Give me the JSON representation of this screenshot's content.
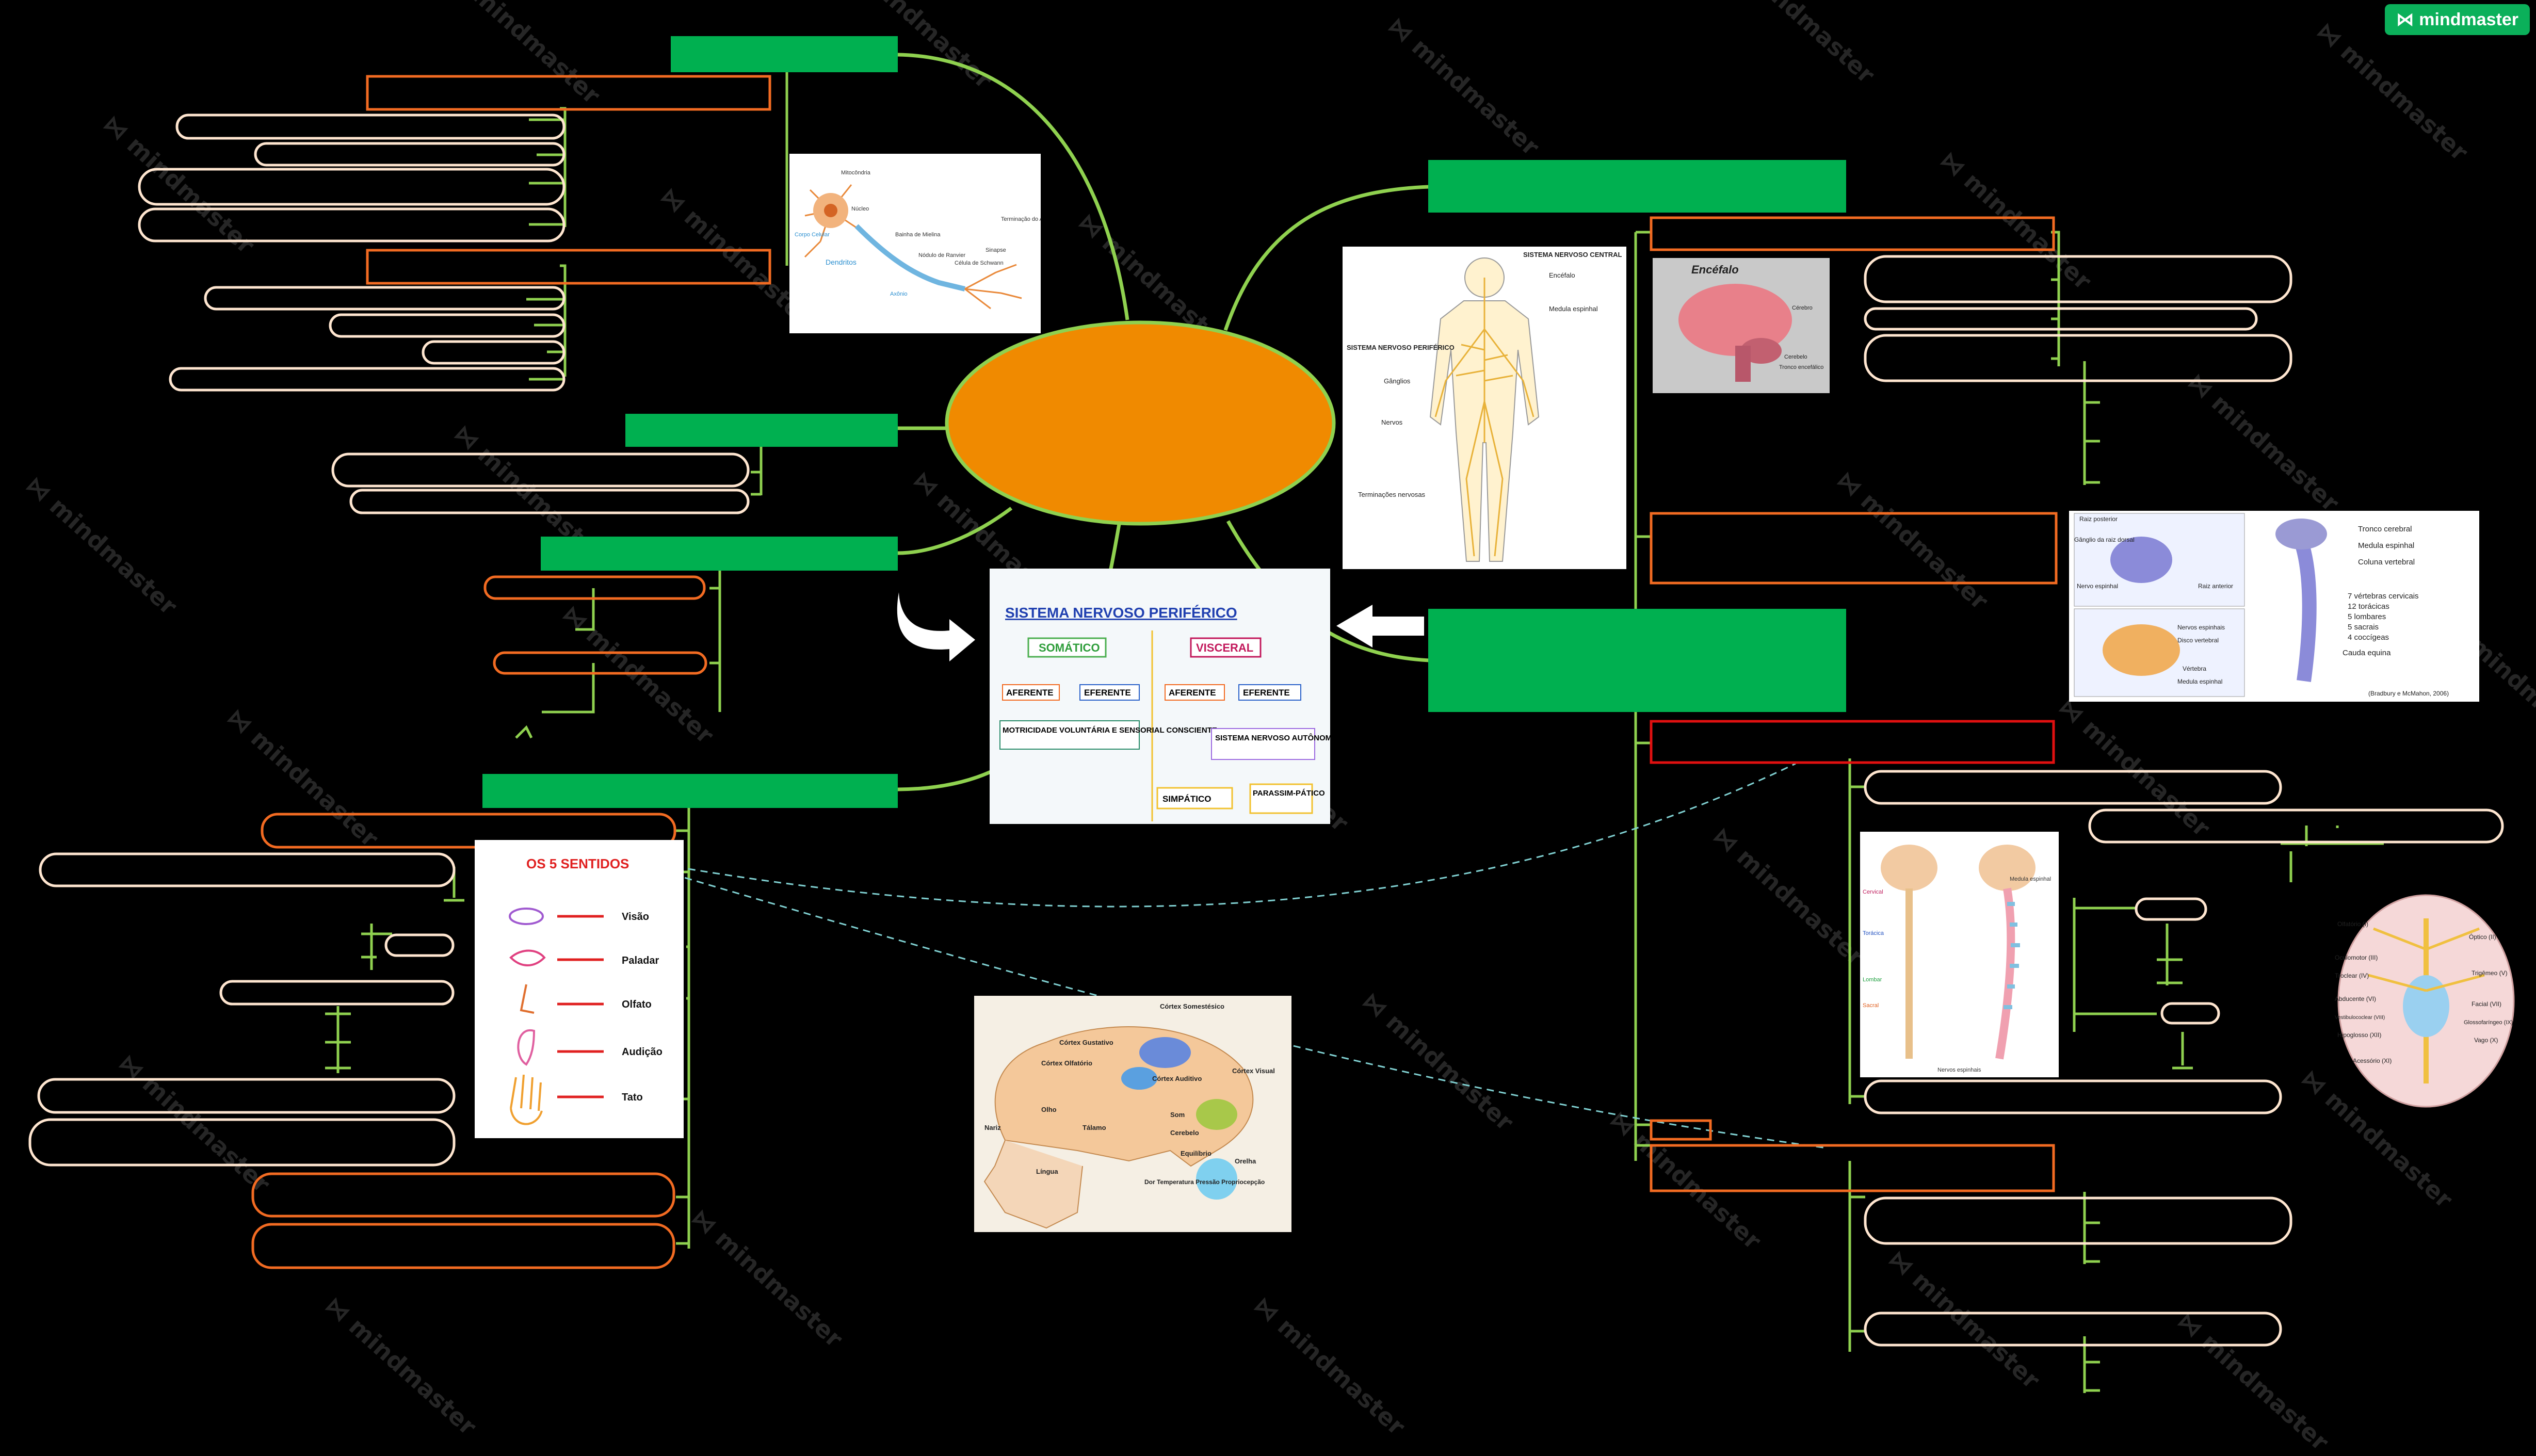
{
  "brand": {
    "label": "mindmaster",
    "logo_icon": "mindmaster-logo-icon"
  },
  "watermark": {
    "text": "mindmaster"
  },
  "colors": {
    "background": "#000000",
    "central_node": "#f08a00",
    "central_border": "#8fd14f",
    "main_node": "#00b050",
    "connector": "#8fd14f",
    "sub_outline_orange": "#f26b22",
    "sub_outline_red": "#e01010",
    "leaf_outline": "#ffe6d0",
    "dashed_link": "#7fcfd0"
  },
  "images": {
    "neuron": {
      "labels": [
        "Mitocôndria",
        "Núcleo",
        "Corpo Celular",
        "Dendritos",
        "Bainha de Mielina",
        "Nódulo de Ranvier",
        "Axônio",
        "Célula de Schwann",
        "Sinapse",
        "Terminação do Axônio"
      ]
    },
    "nervous_system": {
      "title": "SISTEMA NERVOSO CENTRAL",
      "labels": [
        "Encéfalo",
        "Medula espinhal",
        "SISTEMA NERVOSO PERIFÉRICO",
        "Gânglios",
        "Nervos",
        "Terminações nervosas"
      ]
    },
    "brain": {
      "title": "Encéfalo",
      "labels": [
        "Cérebro",
        "Cerebelo",
        "Tronco encefálico"
      ]
    },
    "spine": {
      "labels": [
        "Raiz posterior",
        "Gânglio da raiz dorsal",
        "Nervo espinhal",
        "Raiz anterior",
        "Tronco cerebral",
        "Medula espinhal",
        "Coluna vertebral",
        "7 vértebras cervicais",
        "12 torácicas",
        "5 lombares",
        "5 sacrais",
        "4 coccígeas",
        "Cauda equina",
        "Nervos espinhais",
        "Disco vertebral",
        "Vértebra",
        "Medula espinhal",
        "(Bradbury e McMahon, 2006)"
      ]
    },
    "snp": {
      "title": "SISTEMA NERVOSO PERIFÉRICO",
      "somatico": "SOMÁTICO",
      "visceral": "VISCERAL",
      "aferente_1": "AFERENTE",
      "eferente_1": "EFERENTE",
      "aferente_2": "AFERENTE",
      "eferente_2": "EFERENTE",
      "motricidade": "MOTRICIDADE VOLUNTÁRIA E SENSORIAL CONSCIENTE",
      "autonomo": "SISTEMA NERVOSO AUTÔNOMO",
      "simpatico": "SIMPÁTICO",
      "parassimpatico": "PARASSIM-PÁTICO"
    },
    "senses": {
      "title": "OS 5 SENTIDOS",
      "items": [
        "Visão",
        "Paladar",
        "Olfato",
        "Audição",
        "Tato"
      ]
    },
    "cortex": {
      "labels": [
        "Córtex Somestésico",
        "Córtex Gustativo",
        "Córtex Olfatório",
        "Córtex Auditivo",
        "Córtex Visual",
        "Olho",
        "Nariz",
        "Tálamo",
        "Som",
        "Cerebelo",
        "Equilíbrio",
        "Orelha",
        "Língua",
        "Dor Temperatura Pressão Propriocepção"
      ]
    },
    "spinal_nerves": {
      "labels": [
        "Medula espinhal",
        "Cervical",
        "Torácica",
        "Lombar",
        "Sacral",
        "Nervos espinhais"
      ]
    },
    "cranial_nerves": {
      "labels": [
        "Olfatório (I)",
        "Óptico (II)",
        "Oculomotor (III)",
        "Troclear (IV)",
        "Trigêmeo (V)",
        "Abducente (VI)",
        "Facial (VII)",
        "Vestibulococlear (VIII)",
        "Glossofaríngeo (IX)",
        "Hipoglosso (XII)",
        "Vago (X)",
        "Acessório (XI)"
      ]
    }
  }
}
